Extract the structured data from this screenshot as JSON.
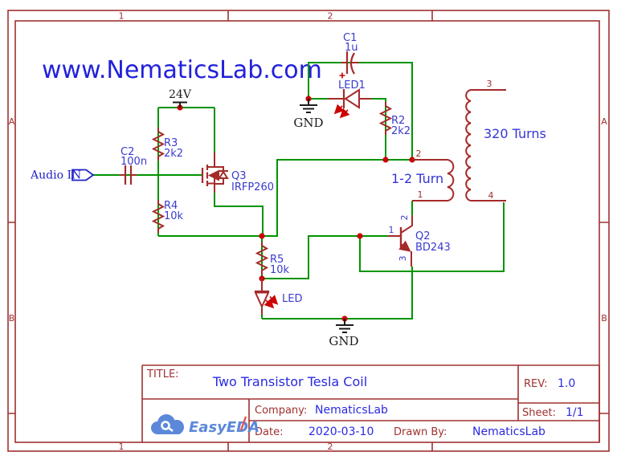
{
  "frame": {
    "cols": [
      "1",
      "2"
    ],
    "rows": [
      "A",
      "B"
    ]
  },
  "watermark": "www.NematicsLab.com",
  "net": {
    "audio_in": "Audio IN"
  },
  "power": {
    "rail": "24V",
    "gnd": "GND"
  },
  "notes": {
    "secondary": "320 Turns",
    "primary": "1-2 Turn"
  },
  "components": {
    "c1": {
      "ref": "C1",
      "value": "1u"
    },
    "c2": {
      "ref": "C2",
      "value": "100n"
    },
    "r2": {
      "ref": "R2",
      "value": "2k2"
    },
    "r3": {
      "ref": "R3",
      "value": "2k2"
    },
    "r4": {
      "ref": "R4",
      "value": "10k"
    },
    "r5": {
      "ref": "R5",
      "value": "10k"
    },
    "led1": {
      "ref": "LED1"
    },
    "led2": {
      "ref": "LED"
    },
    "q2": {
      "ref": "Q2",
      "value": "BD243",
      "pin1": "1",
      "pin2": "2",
      "pin3": "3"
    },
    "q3": {
      "ref": "Q3",
      "value": "IRFP260"
    },
    "t1": {
      "pin1": "1",
      "pin2": "2",
      "pin3": "3",
      "pin4": "4"
    }
  },
  "title_block": {
    "title_label": "TITLE:",
    "title": "Two Transistor Tesla Coil",
    "rev_label": "REV:",
    "rev": "1.0",
    "company_label": "Company:",
    "company": "NematicsLab",
    "sheet_label": "Sheet:",
    "sheet": "1/1",
    "date_label": "Date:",
    "date": "2020-03-10",
    "drawn_label": "Drawn By:",
    "drawn_by": "NematicsLab",
    "logo": "EasyEDA"
  },
  "colors": {
    "wire": "#009400",
    "component": "#A52A2A",
    "junction": "#CC0000",
    "frame": "#A03030",
    "label_blue": "#3A3ACD",
    "text_blue": "#2121DB",
    "logo_blue": "#5C88D9"
  }
}
